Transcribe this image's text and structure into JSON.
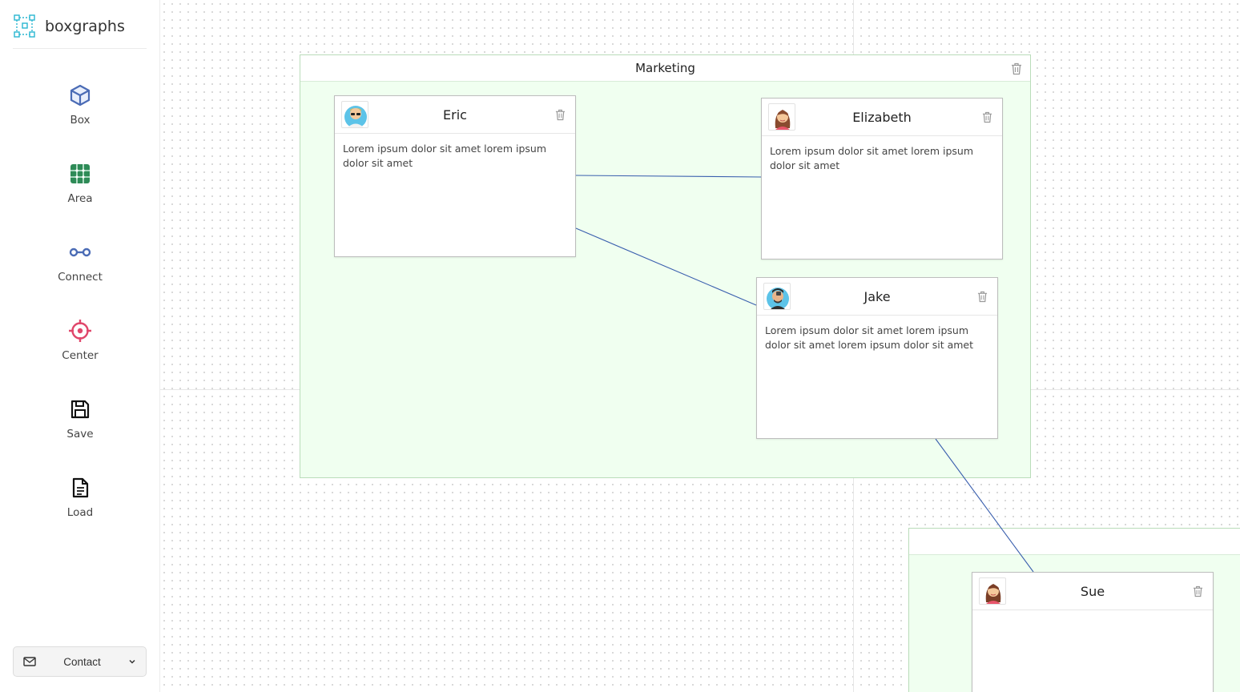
{
  "app": {
    "name": "boxgraphs"
  },
  "toolbar": {
    "tools": [
      {
        "label": "Box",
        "icon": "cube-icon"
      },
      {
        "label": "Area",
        "icon": "grid-icon"
      },
      {
        "label": "Connect",
        "icon": "connect-icon"
      },
      {
        "label": "Center",
        "icon": "crosshair-icon"
      },
      {
        "label": "Save",
        "icon": "floppy-icon"
      },
      {
        "label": "Load",
        "icon": "file-icon"
      }
    ],
    "contact": {
      "label": "Contact",
      "icon": "mail-icon"
    }
  },
  "colors": {
    "accent_blue": "#4a6bb5",
    "area_green": "#2e8b57",
    "center_red": "#e0476b",
    "area_fill": "#f0fff0",
    "link_line": "#3a5fae"
  },
  "areas": [
    {
      "title": "Marketing"
    },
    {
      "title": ""
    }
  ],
  "boxes": {
    "eric": {
      "name": "Eric",
      "text": "Lorem ipsum dolor sit amet lorem ipsum dolor sit amet"
    },
    "elizabeth": {
      "name": "Elizabeth",
      "text": "Lorem ipsum dolor sit amet lorem ipsum dolor sit amet"
    },
    "jake": {
      "name": "Jake",
      "text": "Lorem ipsum dolor sit amet lorem ipsum dolor sit amet lorem ipsum dolor sit amet"
    },
    "sue": {
      "name": "Sue",
      "text": ""
    }
  }
}
